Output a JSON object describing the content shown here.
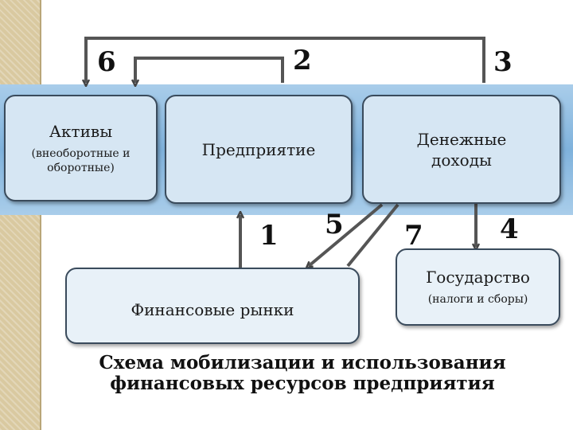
{
  "nodes": {
    "assets": {
      "title": "Активы",
      "subtitle_line1": "(внеоборотные и",
      "subtitle_line2": "оборотные)"
    },
    "enterprise": {
      "title": "Предприятие"
    },
    "income": {
      "title_line1": "Денежные",
      "title_line2": "доходы"
    },
    "markets": {
      "title": "Финансовые рынки"
    },
    "state": {
      "title": "Государство",
      "subtitle": "(налоги и сборы)"
    }
  },
  "numbers": {
    "n1": "1",
    "n2": "2",
    "n3": "3",
    "n4": "4",
    "n5": "5",
    "n6": "6",
    "n7": "7"
  },
  "caption": {
    "line1": "Схема мобилизации и использования",
    "line2": "финансовых ресурсов предприятия"
  },
  "colors": {
    "box_fill": "#d6e6f3",
    "band": "#7fb2dc",
    "arrow": "#444444",
    "stripe": "#d9c9a0"
  }
}
